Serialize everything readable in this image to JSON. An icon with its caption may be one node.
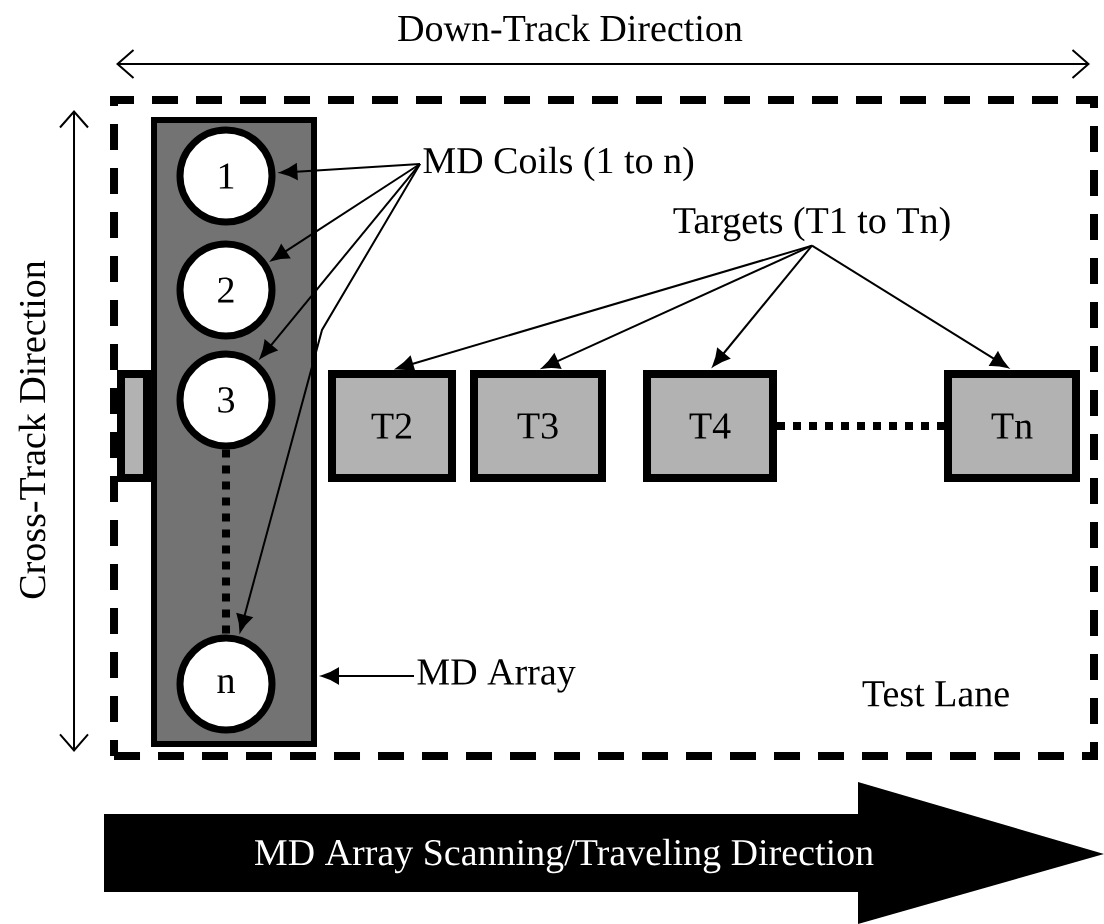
{
  "diagram": {
    "nodes": [
      {
        "text": [
          "Test Lane"
        ]
      },
      {
        "text": [],
        "shape": "bar",
        "in": 0
      },
      {
        "text": [
          "1"
        ],
        "in": 1
      },
      {
        "text": [
          "2"
        ],
        "in": 1
      },
      {
        "text": [
          "3"
        ],
        "in": 1
      },
      {
        "text": [
          "n"
        ],
        "in": 1
      },
      {
        "text": [
          "MD Coils (1 to n)"
        ],
        "in": 0
      },
      {
        "text": [
          "Targets (T1 to Tn)"
        ],
        "in": 0
      },
      {
        "text": [],
        "shape": "box",
        "in": 0
      },
      {
        "text": [
          "T2"
        ],
        "in": 0
      },
      {
        "text": [
          "T3"
        ],
        "in": 0
      },
      {
        "text": [
          "T4"
        ],
        "in": 0
      },
      {
        "text": [
          "Tn"
        ],
        "in": 0
      },
      {
        "text": [
          "MD Array"
        ],
        "in": 0
      },
      {
        "text": [
          "MD Array Scanning/Traveling Direction"
        ]
      }
    ],
    "edges": [
      {
        "from": 6,
        "to": 2,
        "arrow": "to"
      },
      {
        "from": 6,
        "to": 3,
        "arrow": "to"
      },
      {
        "from": 6,
        "to": 4,
        "arrow": "to"
      },
      {
        "from": 6,
        "to": 5,
        "arrow": "to"
      },
      {
        "from": 4,
        "to": 5,
        "arrow": "none",
        "style": "dashed"
      },
      {
        "from": 7,
        "to": 9,
        "arrow": "to"
      },
      {
        "from": 7,
        "to": 10,
        "arrow": "to"
      },
      {
        "from": 7,
        "to": 11,
        "arrow": "to"
      },
      {
        "from": 7,
        "to": 12,
        "arrow": "to"
      },
      {
        "from": 11,
        "to": 12,
        "arrow": "none",
        "style": "dashed"
      },
      {
        "from": 13,
        "to": 1,
        "arrow": "to"
      }
    ],
    "labels": [
      "Down-Track Direction",
      "Cross-Track Direction"
    ]
  }
}
